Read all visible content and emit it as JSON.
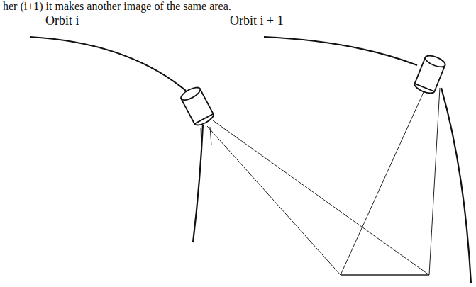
{
  "diagram": {
    "labels": [
      "her (i+1) it makes another image of the same area.",
      "Orbit i",
      "Orbit i + 1"
    ]
  }
}
